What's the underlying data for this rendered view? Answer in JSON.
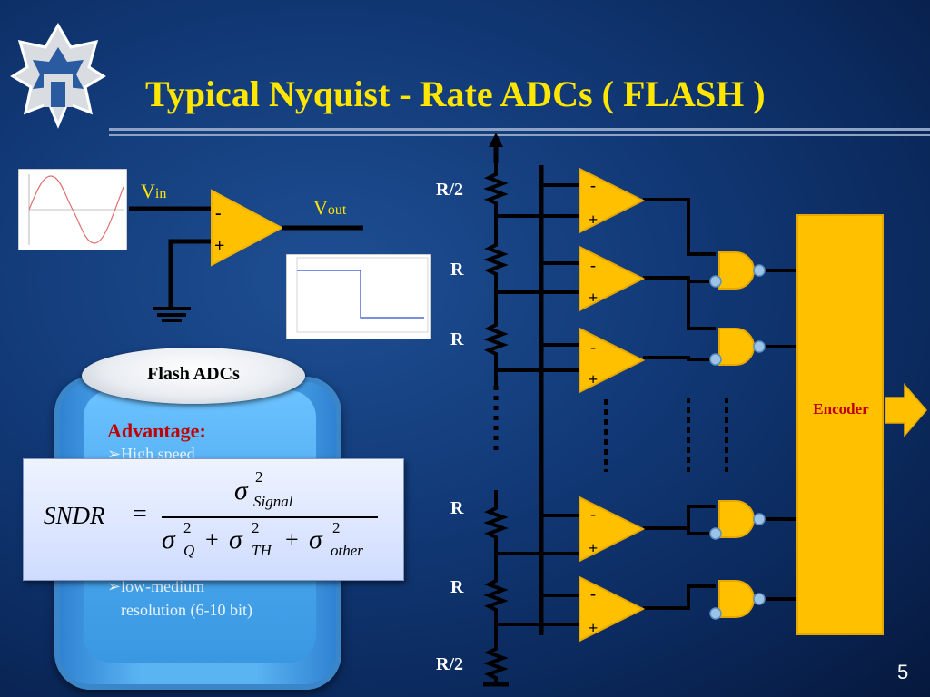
{
  "slide": {
    "title": "Typical  Nyquist - Rate  ADCs  ( FLASH )",
    "page_number": "5"
  },
  "opamp": {
    "vin_main": "V",
    "vin_sub": "in",
    "vout_main": "V",
    "vout_sub": "out",
    "minus": "-",
    "plus": "+"
  },
  "ladder": {
    "labels": [
      "R/2",
      "R",
      "R",
      "R",
      "R",
      "R/2"
    ]
  },
  "comparators": {
    "minus": "-",
    "plus": "+"
  },
  "encoder": {
    "label": "Encoder"
  },
  "flash_box": {
    "cap_label": "Flash ADCs",
    "advantage_heading": "Advantage:",
    "advantage_partial": "➢High speed",
    "cons_line1": "➢low-medium",
    "cons_line2": "resolution (6-10 bit)"
  },
  "formula": {
    "lhs": "SNDR",
    "eq": "=",
    "num_sigma": "σ",
    "num_sup": "2",
    "num_sub": "Signal",
    "den_sigma": "σ",
    "den_q_sup": "2",
    "den_q_sub": "Q",
    "den_th_sup": "2",
    "den_th_sub": "TH",
    "den_other_sup": "2",
    "den_other_sub": "other",
    "plus": "+"
  },
  "colors": {
    "title": "#ffe600",
    "comparator_fill": "#ffc000",
    "encoder_fill": "#ffc000",
    "encoder_text": "#c00000",
    "advantage": "#c00000"
  }
}
